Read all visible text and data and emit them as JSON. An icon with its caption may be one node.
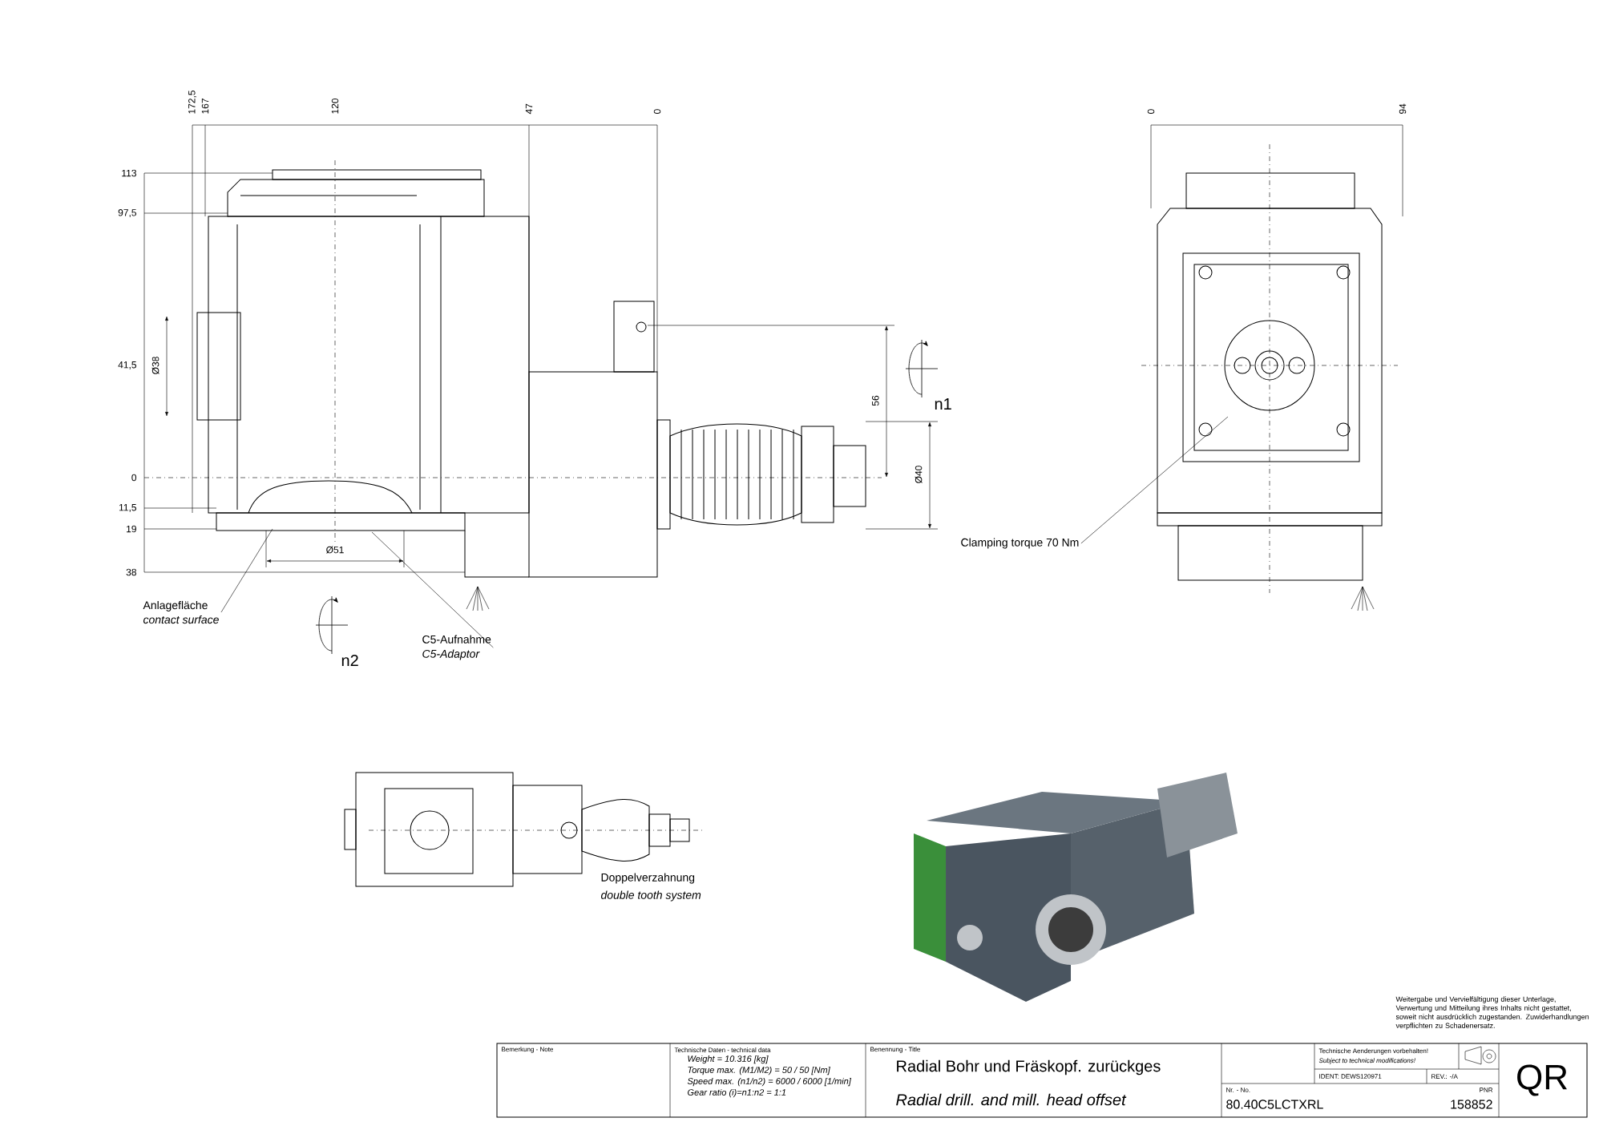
{
  "diagram": {
    "nodes": [
      {
        "text": [
          "Anlagefläche",
          "contact surface"
        ]
      },
      {
        "text": [
          "C5-Aufnahme",
          "C5-Adaptor"
        ]
      },
      {
        "text": [
          "Clamping torque 70 Nm"
        ]
      }
    ],
    "edges": [
      {
        "from": 0,
        "to": null,
        "arrow": "none"
      },
      {
        "from": 1,
        "to": null,
        "arrow": "none"
      },
      {
        "from": 2,
        "to": null,
        "arrow": "none"
      }
    ],
    "labels": [
      "172,5",
      "167",
      "120",
      "47",
      "0",
      "113",
      "97,5",
      "41,5",
      "Ø38",
      "0",
      "11,5",
      "19",
      "38",
      "Ø51",
      "56",
      "Ø40",
      "n1",
      "n2",
      "0",
      "94",
      "Doppelverzahnung",
      "double tooth system",
      "Weitergabe und Vervielfältigung dieser Unterlage, Verwertung und Mitteilung ihres Inhalts nicht gestattet, soweit nicht ausdrücklich zugestanden. Zuwiderhandlungen verpflichten zu Schadenersatz.",
      "Bemerkung - Note",
      "Technische Daten - technical data",
      "Weight = 10.316 [kg]",
      "Torque max. (M1/M2) = 50 / 50 [Nm]",
      "Speed max. (n1/n2) = 6000 / 6000 [1/min]",
      "Gear ratio (i)=n1:n2 = 1:1",
      "Benennung - Title",
      "Radial Bohr und Fräskopf. zurückges",
      "Radial drill. and mill. head offset",
      "Technische Aenderungen vorbehalten!",
      "Subject to technical modifications!",
      "IDENT: DEWS120971",
      "REV.: -/A",
      "Nr. - No.",
      "80.40C5LCTXRL",
      "PNR",
      "158852",
      "QR"
    ]
  }
}
